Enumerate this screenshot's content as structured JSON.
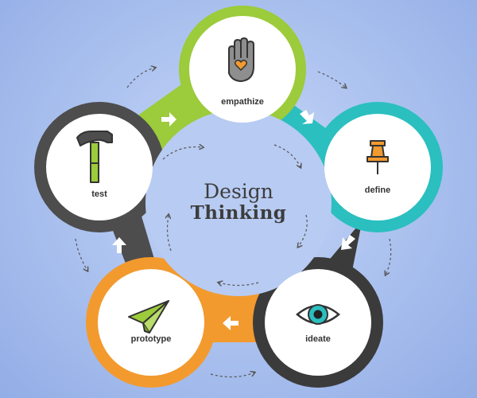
{
  "title": {
    "line1": "Design",
    "line2": "Thinking"
  },
  "stages": [
    {
      "label": "empathize",
      "icon": "hand-heart-icon",
      "color": "#9ccb3b"
    },
    {
      "label": "define",
      "icon": "pushpin-icon",
      "color": "#2bbfbf"
    },
    {
      "label": "ideate",
      "icon": "eye-icon",
      "color": "#3b3b3b"
    },
    {
      "label": "prototype",
      "icon": "paper-plane-icon",
      "color": "#f29a2e"
    },
    {
      "label": "test",
      "icon": "hammer-icon",
      "color": "#4d4d4d"
    }
  ],
  "colors": {
    "background": "#a9c0ee",
    "arrow": "#ffffff",
    "dashed_arrow": "#555555"
  }
}
